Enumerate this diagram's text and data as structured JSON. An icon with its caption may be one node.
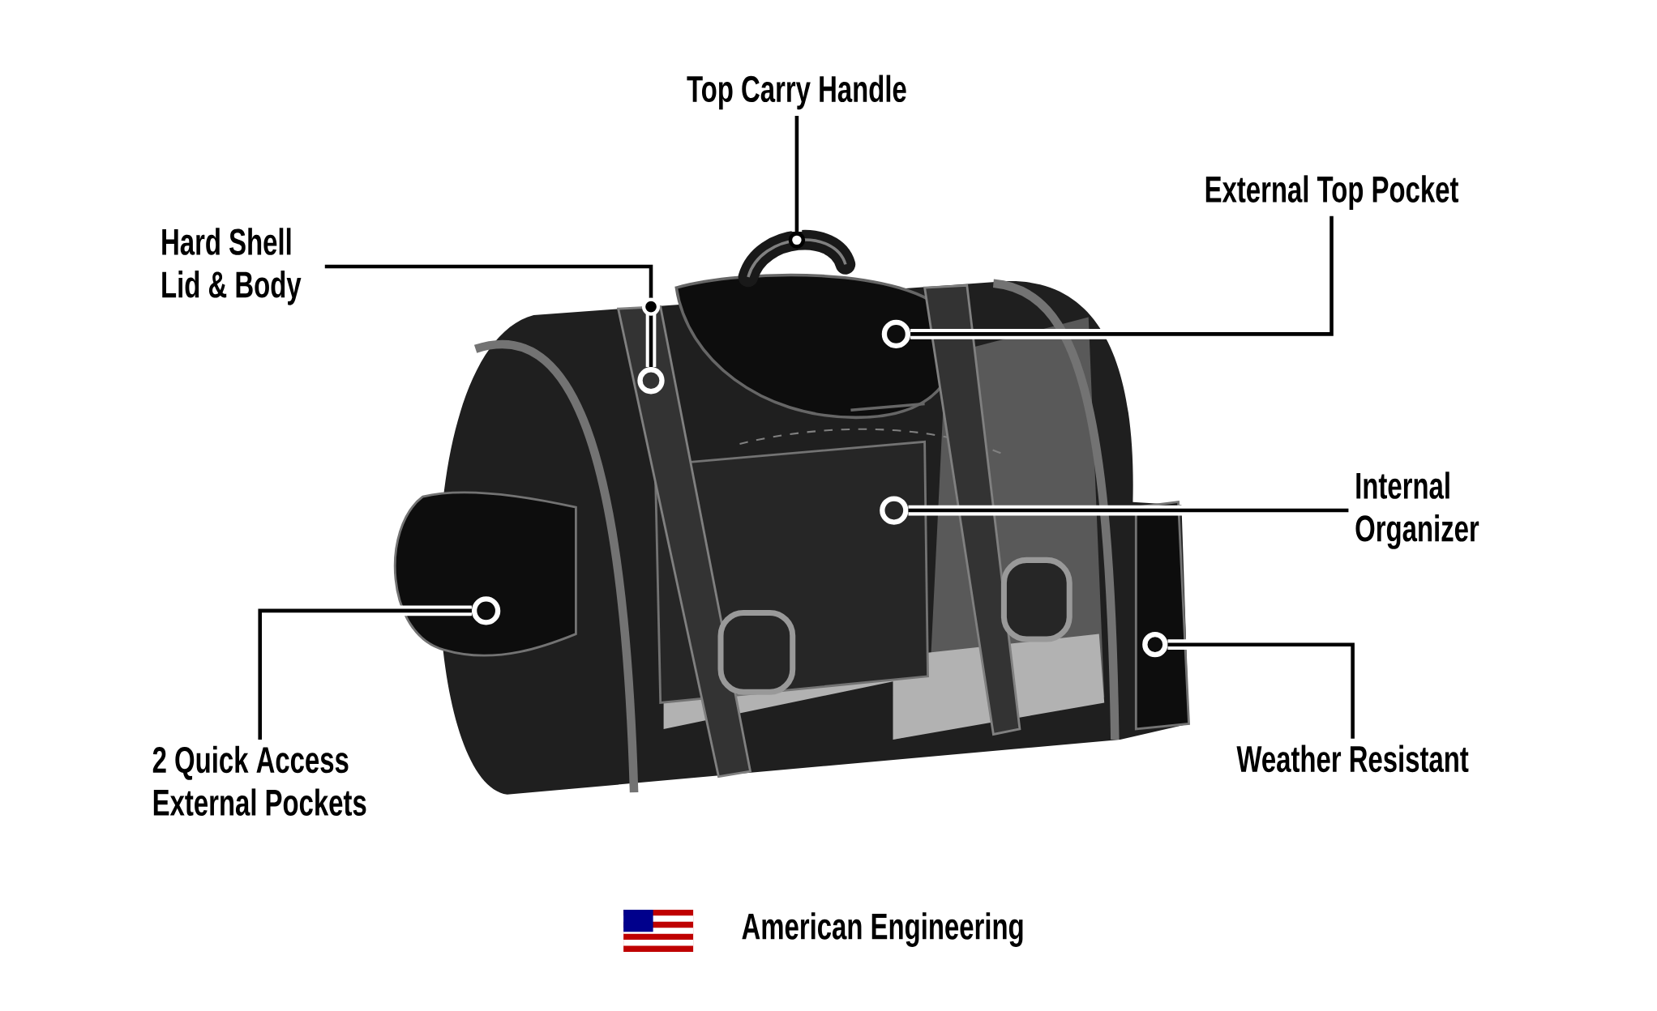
{
  "diagram": {
    "nodes": [
      {
        "text": [
          "Top Carry Handle"
        ]
      },
      {
        "text": [
          "Hard Shell Lid & Body"
        ]
      },
      {
        "text": [
          "External Top Pocket"
        ]
      },
      {
        "text": [
          "Internal Organizer"
        ]
      },
      {
        "text": [
          "2 Quick Access External Pockets"
        ]
      },
      {
        "text": [
          "Weather Resistant"
        ]
      },
      {
        "text": [],
        "shape": "circle"
      },
      {
        "text": [],
        "shape": "circle"
      },
      {
        "text": [],
        "shape": "circle"
      },
      {
        "text": [],
        "shape": "circle"
      },
      {
        "text": [],
        "shape": "circle"
      },
      {
        "text": [],
        "shape": "circle"
      }
    ],
    "edges": [
      {
        "from": 0,
        "to": 6,
        "arrow": "none"
      },
      {
        "from": 1,
        "to": 7,
        "arrow": "none"
      },
      {
        "from": 2,
        "to": 8,
        "arrow": "none"
      },
      {
        "from": 3,
        "to": 9,
        "arrow": "none"
      },
      {
        "from": 4,
        "to": 10,
        "arrow": "none"
      },
      {
        "from": 5,
        "to": 11,
        "arrow": "none"
      }
    ],
    "labels": [
      "American Engineering"
    ]
  }
}
